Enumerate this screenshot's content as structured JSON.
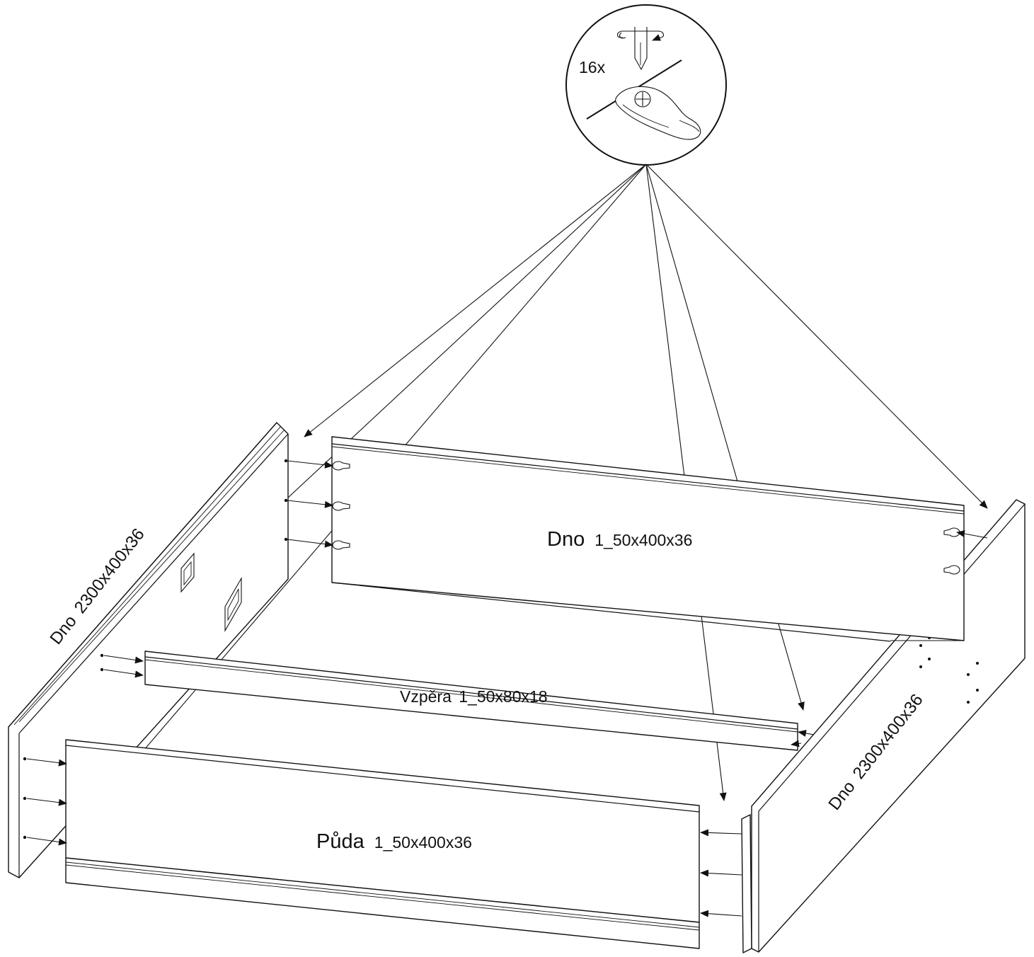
{
  "callout": {
    "quantity_label": "16x",
    "tool_icon": "screwdriver-icon",
    "fitting_icon": "cam-lock-fitting-icon"
  },
  "parts": {
    "left_side": {
      "name": "Dno",
      "size": "2300x400x36"
    },
    "back_panel": {
      "name": "Dno",
      "size": "1_50x400x36"
    },
    "strut": {
      "name": "Vzpěra",
      "size": "1_50x80x18"
    },
    "front_panel": {
      "name": "Půda",
      "size": "1_50x400x36"
    },
    "right_side": {
      "name": "Dno",
      "size": "2300x400x36"
    }
  },
  "colors": {
    "line": "#111111",
    "background": "#ffffff"
  }
}
